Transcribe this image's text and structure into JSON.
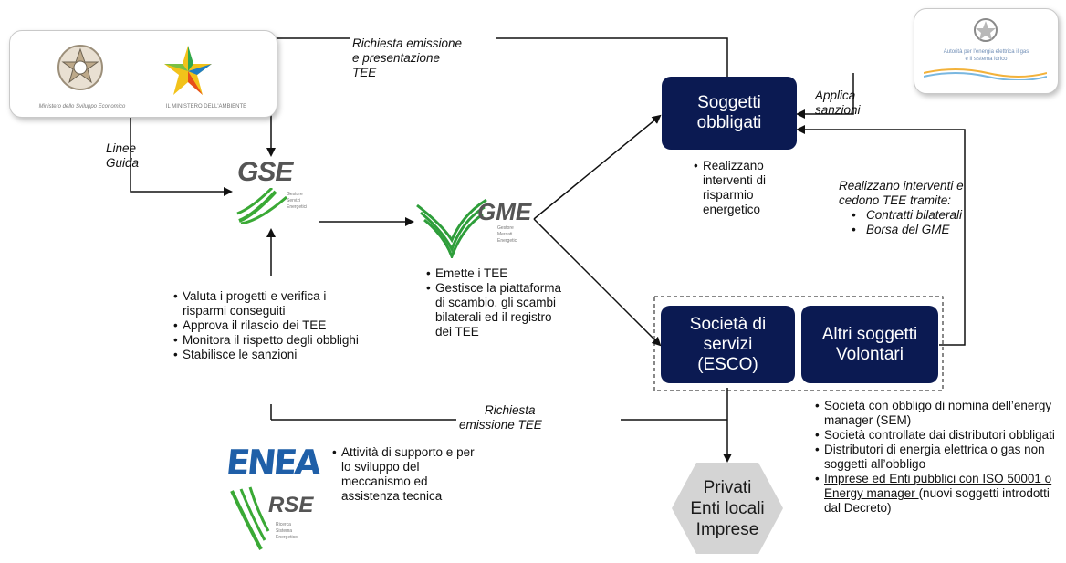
{
  "labels": {
    "richiesta_top": [
      "Richiesta emissione",
      "e  presentazione",
      "TEE"
    ],
    "linee_guida": [
      "Linee",
      "Guida"
    ],
    "applica_sanzioni": [
      "Applica",
      "sanzioni"
    ],
    "realizzano": [
      "Realizzano interventi e",
      "cedono TEE tramite:"
    ],
    "realizzano_items": [
      "Contratti bilaterali",
      "Borsa del GME"
    ],
    "richiesta_bottom": [
      "Richiesta",
      "emissione TEE"
    ]
  },
  "nodes": {
    "soggetti_obbligati": [
      "Soggetti",
      "obbligati"
    ],
    "societa_servizi": [
      "Società di",
      "servizi",
      "(ESCO)"
    ],
    "altri_soggetti": [
      "Altri soggetti",
      "Volontari"
    ],
    "privati": [
      "Privati",
      "Enti locali",
      "Imprese"
    ]
  },
  "logos": {
    "gse": "GSE",
    "gse_sub": [
      "Gestore",
      "Servizi",
      "Energetici"
    ],
    "gme": "GME",
    "gme_sub": [
      "Gestore",
      "Mercati",
      "Energetici"
    ],
    "enea": "ENEA",
    "rse": "RSE",
    "rse_sub": [
      "Ricerca",
      "Sistema",
      "Energetico"
    ],
    "ministero": "Ministero dello Sviluppo Economico",
    "ambiente": "IL MINISTERO DELL'AMBIENTE",
    "autorita": [
      "Autorità per l'energia elettrica il gas",
      "e il sistema idrico"
    ]
  },
  "bullets": {
    "soggetti": [
      "Realizzano interventi di risparmio energetico"
    ],
    "gme": [
      "Emette i TEE",
      "Gestisce la piattaforma di scambio, gli scambi bilaterali ed il registro dei TEE"
    ],
    "gse": [
      "Valuta i progetti e verifica i risparmi conseguiti",
      "Approva il rilascio dei TEE",
      "Monitora il rispetto degli obblighi",
      "Stabilisce le sanzioni"
    ],
    "enea": [
      "Attività di supporto e per lo sviluppo del meccanismo ed assistenza tecnica"
    ],
    "volontari": [
      "Società con obbligo di nomina dell’energy manager (SEM)",
      "Società controllate dai distributori obbligati",
      "Distributori di energia elettrica o gas non soggetti all’obbligo"
    ],
    "volontari_last_underlined": "Imprese ed Enti pubblici con ISO 50001 o Energy manager ",
    "volontari_last_rest": "(nuovi soggetti introdotti dal Decreto)"
  },
  "colors": {
    "navy": "#0b1a52",
    "gse_green": "#3aa935",
    "gme_green": "#2e9e3a",
    "enea_blue": "#1f5fa8",
    "hex_grey": "#d4d4d4"
  }
}
